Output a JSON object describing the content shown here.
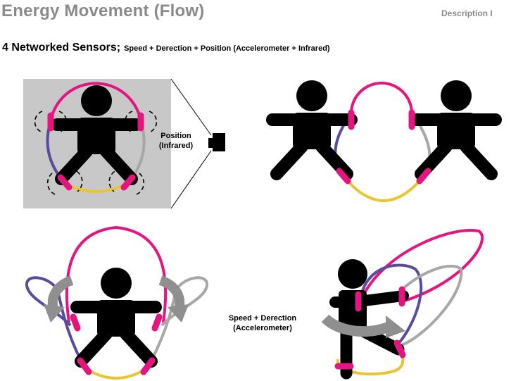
{
  "header": {
    "title": "Energy Movement (Flow)",
    "description_tag": "Description I"
  },
  "subtitle": {
    "main": "4 Networked Sensors;",
    "detail": "Speed + Derection + Position (Accelerometer + Infrared)"
  },
  "labels": {
    "position_line1": "Position",
    "position_line2": "(Infrared)",
    "speed_line1": "Speed + Derection",
    "speed_line2": "(Accelerometer)"
  },
  "colors": {
    "magenta": "#e5157f",
    "purple": "#5a4b9c",
    "gray": "#a7a7a7",
    "yellow": "#e8c531",
    "panel": "#c8c8c8",
    "title_gray": "#8a8a8a",
    "figure": "#000000",
    "arrow": "#8f8f8f"
  }
}
